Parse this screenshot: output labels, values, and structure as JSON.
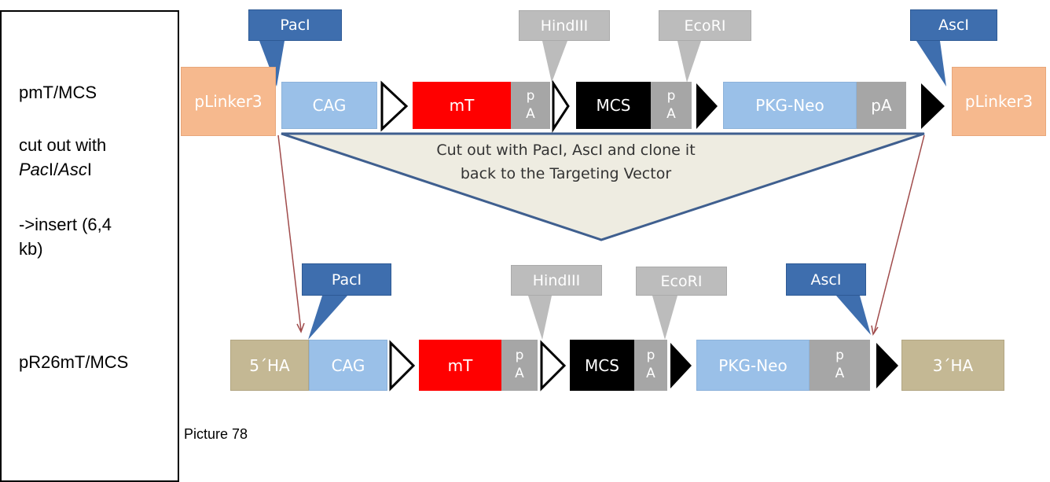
{
  "left_panel": {
    "construct_top": "pmT/MCS",
    "cut_prefix": "cut out with",
    "cut_pac": "Pac",
    "cut_slash": "I/",
    "cut_asc": "Asc",
    "cut_suffix": "I",
    "insert_line1": "->insert (6,4",
    "insert_line2": "kb)",
    "construct_bottom": "pR26mT/MCS"
  },
  "caption": "Picture 78",
  "top_row": {
    "linker_left": "pLinker3",
    "cag": "CAG",
    "mt": "mT",
    "pa1": [
      "p",
      "A"
    ],
    "mcs": "MCS",
    "pa2": [
      "p",
      "A"
    ],
    "pkg_neo": "PKG-Neo",
    "pa3": "pA",
    "linker_right": "pLinker3",
    "callouts": {
      "paci": "PacI",
      "hindiii": "HindIII",
      "ecori": "EcoRI",
      "asci": "AscI"
    }
  },
  "cut_text": {
    "line1": "Cut out with PacI, AscI and clone it",
    "line2": "back to the Targeting Vector"
  },
  "bottom_row": {
    "ha5": "5´HA",
    "cag": "CAG",
    "mt": "mT",
    "pa1": [
      "p",
      "A"
    ],
    "mcs": "MCS",
    "pa2": [
      "p",
      "A"
    ],
    "pkg_neo": "PKG-Neo",
    "pa3": [
      "p",
      "A"
    ],
    "ha3": "3´HA",
    "callouts": {
      "paci": "PacI",
      "hindiii": "HindIII",
      "ecori": "EcoRI",
      "asci": "AscI"
    }
  },
  "colors": {
    "linker": "#f6b98e",
    "promoter_blue": "#9ac0e8",
    "mt_red": "#ff0000",
    "mcs_black": "#000000",
    "pa_grey": "#a6a6a6",
    "homology_arm": "#c4b894",
    "callout_dark": "#3e6eae",
    "callout_light": "#bcbcbc",
    "wedge_fill": "#eeece1",
    "wedge_stroke": "#3f5f8f",
    "arrow_red": "#a04b4b"
  }
}
